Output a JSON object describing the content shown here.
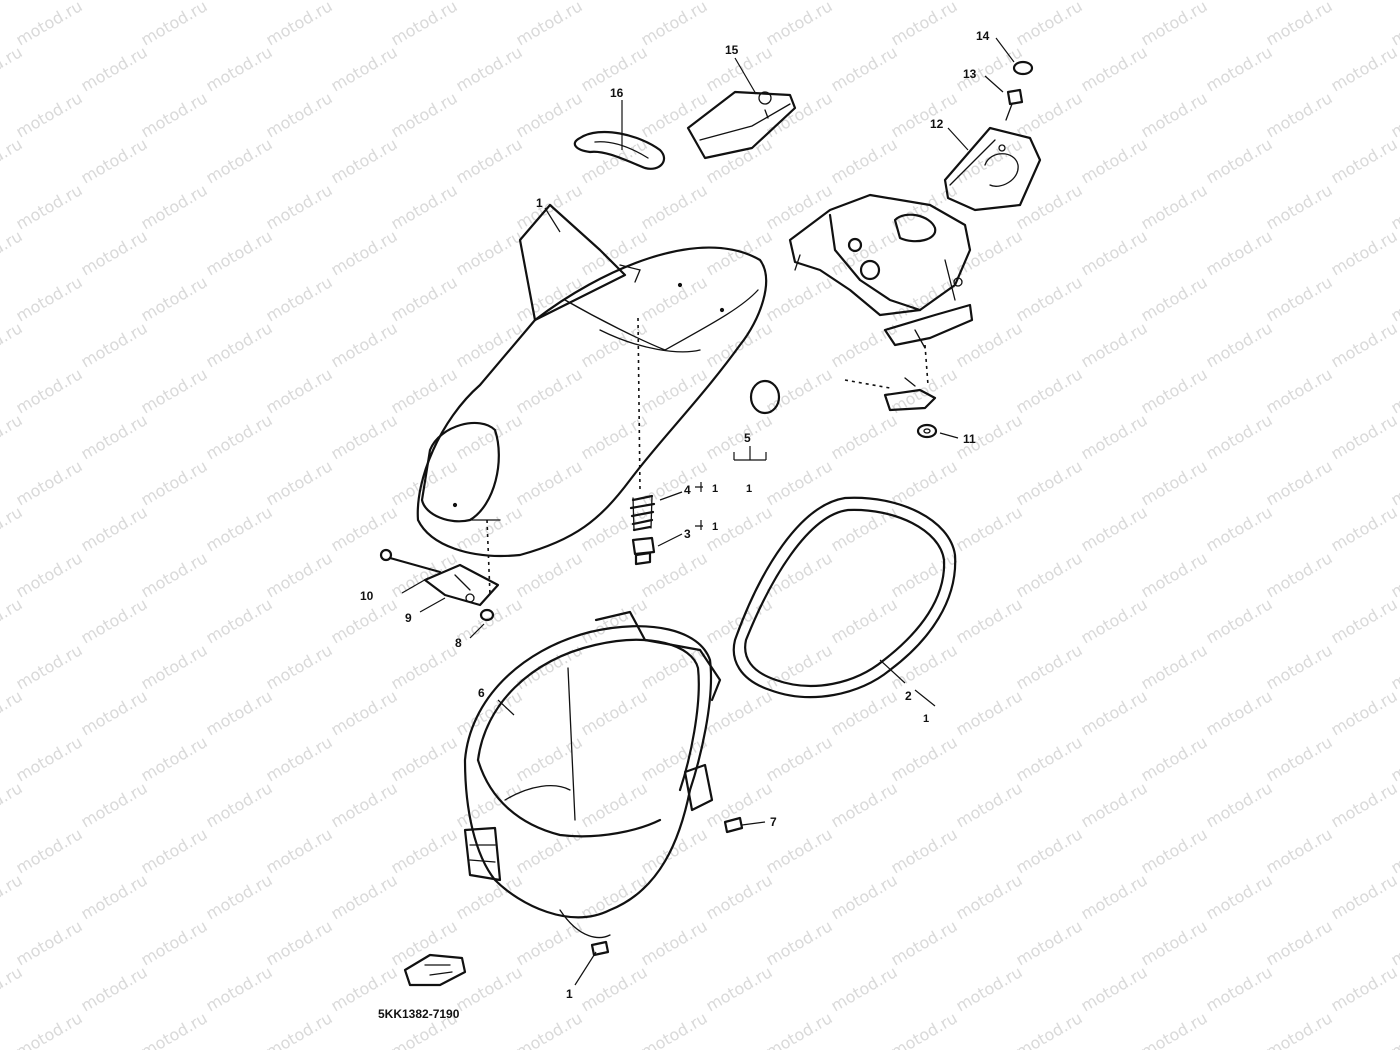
{
  "diagram": {
    "watermark": "motod.ru",
    "drawing_code": "5KK1382-7190",
    "callouts": [
      {
        "id": "c1",
        "label": "1"
      },
      {
        "id": "c2",
        "label": "2"
      },
      {
        "id": "c3",
        "label": "3"
      },
      {
        "id": "c4",
        "label": "4"
      },
      {
        "id": "c5",
        "label": "5"
      },
      {
        "id": "c6",
        "label": "6"
      },
      {
        "id": "c7",
        "label": "7"
      },
      {
        "id": "c8",
        "label": "8"
      },
      {
        "id": "c9",
        "label": "9"
      },
      {
        "id": "c10",
        "label": "10"
      },
      {
        "id": "c11",
        "label": "11"
      },
      {
        "id": "c12",
        "label": "12"
      },
      {
        "id": "c13",
        "label": "13"
      },
      {
        "id": "c14",
        "label": "14"
      },
      {
        "id": "c15",
        "label": "15"
      },
      {
        "id": "c16",
        "label": "16"
      },
      {
        "id": "c1b",
        "label": "1"
      }
    ],
    "qty_marks": {
      "q2": "1",
      "q3": "1",
      "q4": "1",
      "q5": "1"
    }
  }
}
